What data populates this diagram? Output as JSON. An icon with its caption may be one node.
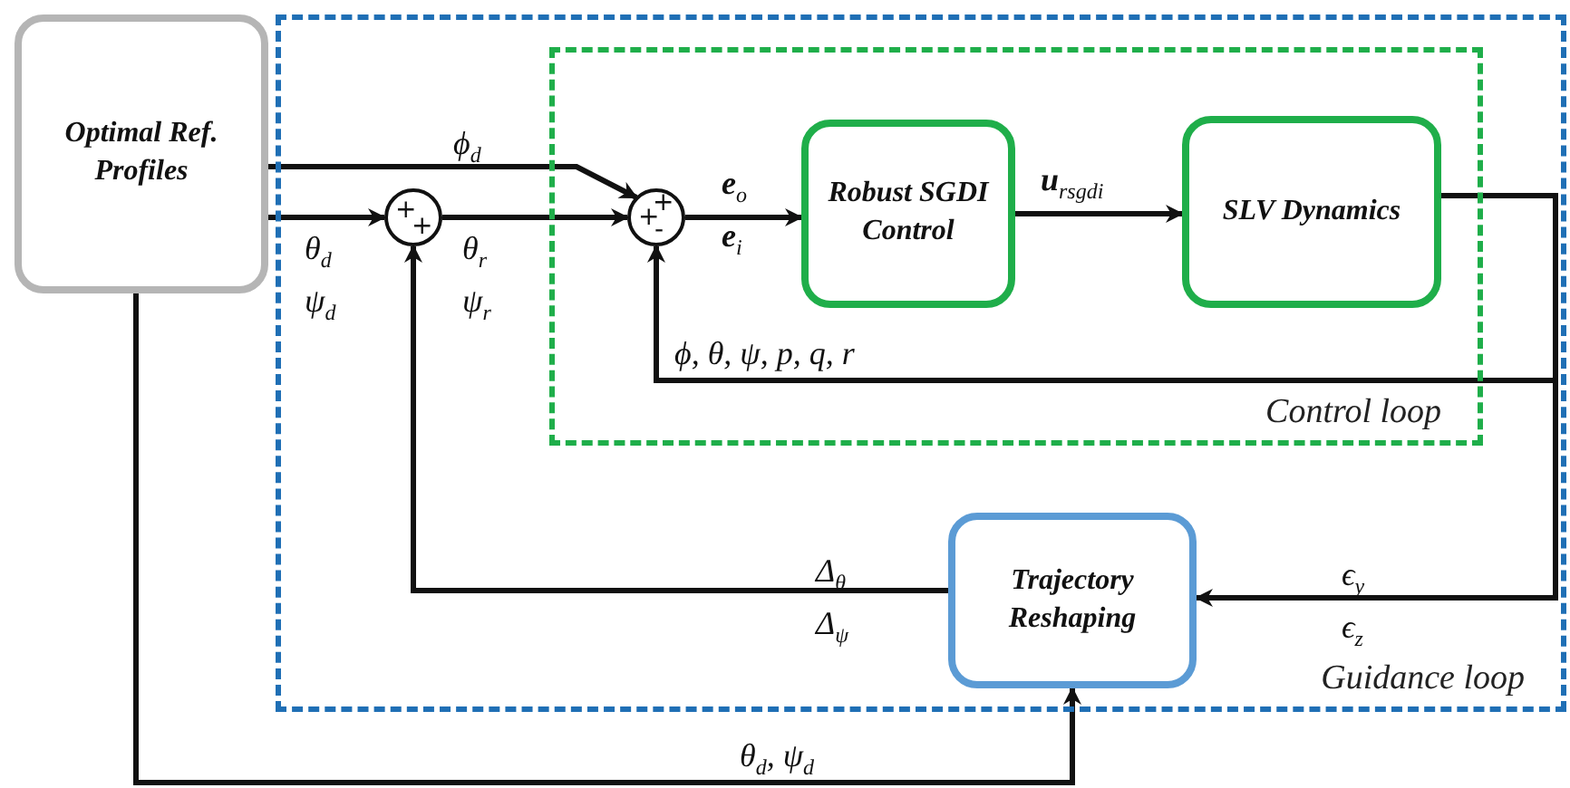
{
  "diagram": {
    "nodes": [
      {
        "text": [
          "Guidance loop"
        ]
      },
      {
        "text": [
          "Control loop"
        ],
        "in": 0
      },
      {
        "text": [
          "Optimal Ref. Profiles"
        ]
      },
      {
        "text": [
          "+",
          "+"
        ],
        "in": 0
      },
      {
        "text": [
          "+",
          "+",
          "-"
        ],
        "in": 1
      },
      {
        "text": [
          "Robust SGDI Control"
        ],
        "in": 1
      },
      {
        "text": [
          "SLV Dynamics"
        ],
        "in": 1
      },
      {
        "text": [
          "Trajectory Reshaping"
        ],
        "in": 0
      }
    ],
    "edges": [
      {
        "from": 2,
        "to": 4,
        "arrow": "to",
        "label": "ϕ$_{d}$"
      },
      {
        "from": 2,
        "to": 3,
        "arrow": "to",
        "label": "θ$_{d}$ ψ$_{d}$"
      },
      {
        "from": 3,
        "to": 4,
        "arrow": "to",
        "label": "θ$_{r}$ ψ$_{r}$"
      },
      {
        "from": 4,
        "to": 5,
        "arrow": "to",
        "label": "**e**$_{o}$ **e**$_{i}$"
      },
      {
        "from": 5,
        "to": 6,
        "arrow": "to",
        "label": "**u**$_{rsgdi}$"
      },
      {
        "from": 6,
        "to": 4,
        "arrow": "to",
        "label": "ϕ, θ, ψ, p, q, r"
      },
      {
        "from": 6,
        "to": 7,
        "arrow": "to",
        "label": "ϵ$_{y}$ ϵ$_{z}$"
      },
      {
        "from": 7,
        "to": 3,
        "arrow": "to",
        "label": "Δ$_{θ}$ Δ$_{ψ}$"
      },
      {
        "from": 2,
        "to": 7,
        "arrow": "to",
        "label": "θ$_{d}$, ψ$_{d}$"
      }
    ]
  }
}
